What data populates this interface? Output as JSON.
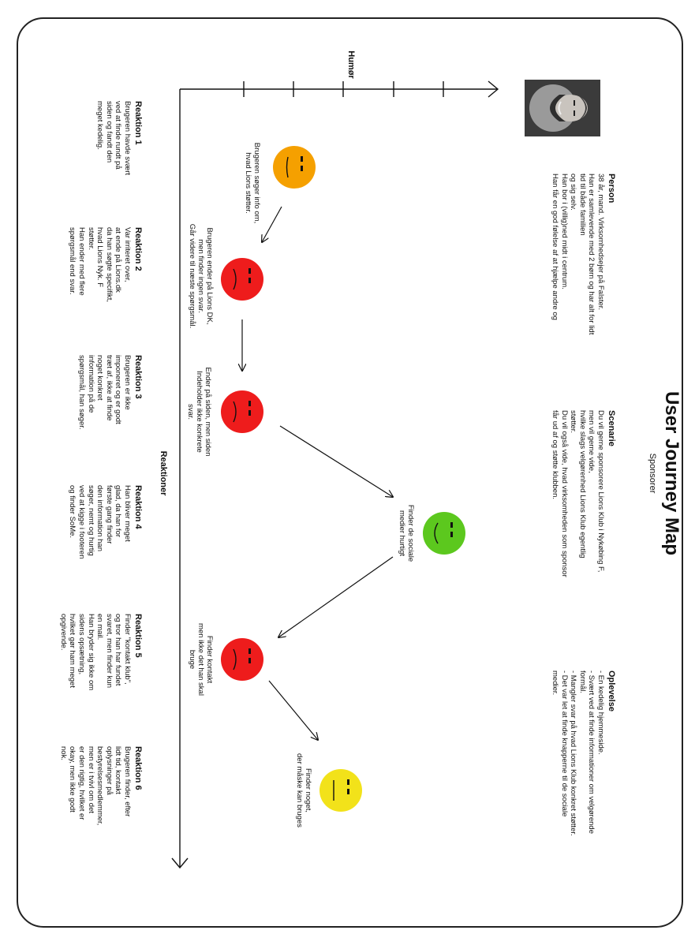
{
  "title": "User Journey Map",
  "subtitle": "Sponsorer",
  "person": {
    "heading": "Person",
    "text": "38 år, mand. Virksomhedsejer på Falster.\nHan er samlevende med 2 børn og har alt for lidt\ntid til både familien\nog sig selv.\nHan bor i (villig)ned midt i centrum.\nHan får en god følelse af at hjælpe andre og"
  },
  "scenario": {
    "heading": "Scenarie",
    "text": "Du vil gerne sponsorere Lions Klub i Nykøbing F,\nmen vil gerne vide,\nhvilke slags velgørenhed Lions Klub egentlig\nstøtter.\nDu vil også vide, hvad virksomheden som sponsor\nfår ud af og støtte klubben."
  },
  "experience": {
    "heading": "Oplevelse",
    "text": "- En kedelig hjemmeside.\n- Svært ved at finde informationer om velgørende\nformål.\n- Mangler svar på hvad Lions Klub konkret støtter.\n- Det var let at finde knapperne til de sociale\nmedier."
  },
  "axes": {
    "y_label": "Humør",
    "x_label": "Reaktioner"
  },
  "steps": [
    {
      "caption": "Brugeren søger info om,\nhvad Lions støtter.",
      "color": "#f5a000",
      "mood": "neutral"
    },
    {
      "caption": "Brugeren ender på Lions DK,\nmen finder ingen svar.\nGår videre til næste spørgsmål.",
      "color": "#ee1c1c",
      "mood": "sad"
    },
    {
      "caption": "Ender på siden, men siden\nIndeholder ikke konkrete\nsvar.",
      "color": "#ee1c1c",
      "mood": "sad"
    },
    {
      "caption": "Finder de sociale\nmedier hurtigt",
      "color": "#5cc81e",
      "mood": "happy"
    },
    {
      "caption": "Finder kontakt\nmen ikke det han skal\nbruge",
      "color": "#ee1c1c",
      "mood": "sad"
    },
    {
      "caption": "Finder noget,\nder måske kan bruges",
      "color": "#f2e21a",
      "mood": "flat"
    }
  ],
  "reactions": [
    {
      "heading": "Reaktion 1",
      "text": "Brugeren havde svært\nved at finde rundt på\nsiden og fandt den\nmeget kedelig."
    },
    {
      "heading": "Reaktion 2",
      "text": "Var irriteret over,\nat ende på Lions.dk\nda han søgte specifikt,\nhvad Lions Nyk. F\nstøtter.\nHan ender med flere\nspørgsmål end svar."
    },
    {
      "heading": "Reaktion 3",
      "text": "Brugeren er ikke\nimponeret og er godt\ntræt af, ikke at finde\nnoget konkret\ninformation på de\nspørgsmål, han søger."
    },
    {
      "heading": "Reaktion 4",
      "text": "Han bliver meget\nglad, da han for\nførste gang finder\nden information han\nsøger, nemt og hurtig\nved at kigge i footeren\nog finder SoMe."
    },
    {
      "heading": "Reaktion 5",
      "text": "Finder \"kontakt klub\",\nog tror han har fundet\nsvaret, men finder kun\nen mail.\nHan bryder sig ikke om\nsidens opsætning,\nhvilket gør ham meget\nopgivende."
    },
    {
      "heading": "Reaktion 6",
      "text": "Brugeren finder, efter\nlidt tid, kontakt\noplysninger på\nbestyrelsesmedlemmer,\nmen er i tvivl om det\ner den rigtig, hvilket er\nokay, men ikke godt\nnok."
    }
  ]
}
